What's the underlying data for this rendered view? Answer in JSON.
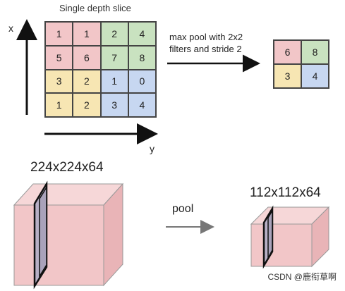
{
  "slice_title": "Single depth slice",
  "axis_x": "x",
  "axis_y": "y",
  "input_grid": [
    [
      {
        "v": "1",
        "c": "#f2c6c8"
      },
      {
        "v": "1",
        "c": "#f2c6c8"
      },
      {
        "v": "2",
        "c": "#c9e2c0"
      },
      {
        "v": "4",
        "c": "#c9e2c0"
      }
    ],
    [
      {
        "v": "5",
        "c": "#f2c6c8"
      },
      {
        "v": "6",
        "c": "#f2c6c8"
      },
      {
        "v": "7",
        "c": "#c9e2c0"
      },
      {
        "v": "8",
        "c": "#c9e2c0"
      }
    ],
    [
      {
        "v": "3",
        "c": "#f7e6b3"
      },
      {
        "v": "2",
        "c": "#f7e6b3"
      },
      {
        "v": "1",
        "c": "#c7d7f1"
      },
      {
        "v": "0",
        "c": "#c7d7f1"
      }
    ],
    [
      {
        "v": "1",
        "c": "#f7e6b3"
      },
      {
        "v": "2",
        "c": "#f7e6b3"
      },
      {
        "v": "3",
        "c": "#c7d7f1"
      },
      {
        "v": "4",
        "c": "#c7d7f1"
      }
    ]
  ],
  "operation_label_line1": "max pool with 2x2",
  "operation_label_line2": "filters and stride 2",
  "output_grid": [
    [
      {
        "v": "6",
        "c": "#f2c6c8"
      },
      {
        "v": "8",
        "c": "#c9e2c0"
      }
    ],
    [
      {
        "v": "3",
        "c": "#f7e6b3"
      },
      {
        "v": "4",
        "c": "#c7d7f1"
      }
    ]
  ],
  "input_volume_label": "224x224x64",
  "pool_label": "pool",
  "output_volume_label": "112x112x64",
  "credit": "CSDN @鹿衔草啊",
  "colors": {
    "volume_front": "#f2c6c8",
    "volume_top": "#f6d7d8",
    "volume_side": "#e9b4b7",
    "slice_fill": "#b8b0c6",
    "arrow": "#111111"
  }
}
